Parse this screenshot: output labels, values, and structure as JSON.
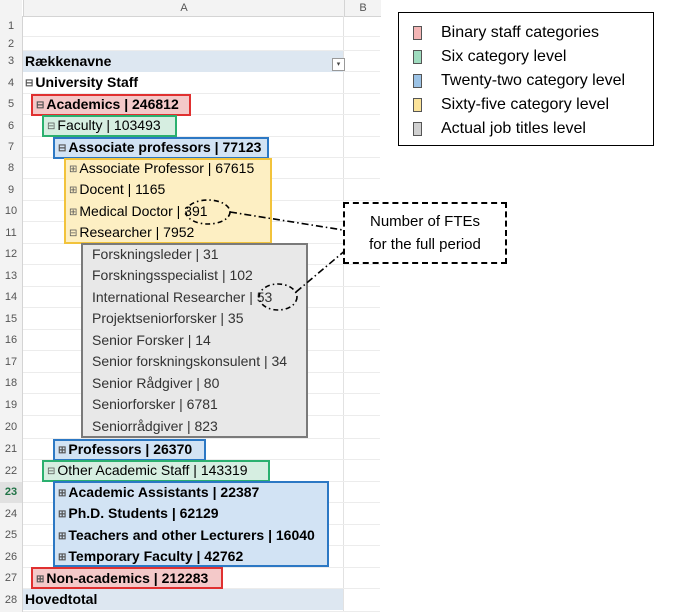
{
  "column_headers": {
    "a": "A",
    "b": "B"
  },
  "row_numbers": [
    "1",
    "2",
    "3",
    "4",
    "5",
    "6",
    "7",
    "8",
    "9",
    "10",
    "11",
    "12",
    "13",
    "14",
    "15",
    "16",
    "17",
    "18",
    "19",
    "20",
    "21",
    "22",
    "23",
    "24",
    "25",
    "26",
    "27",
    "28"
  ],
  "pivot": {
    "header": "Rækkenavne",
    "root": "University Staff",
    "academics": "Academics | 246812",
    "faculty": "Faculty | 103493",
    "associate_professors": "Associate professors | 77123",
    "sub_associate_professor": "Associate Professor | 67615",
    "sub_docent": "Docent | 1165",
    "sub_medical_doctor": "Medical Doctor | 391",
    "sub_researcher": "Researcher | 7952",
    "titles": [
      "Forskningsleder | 31",
      "Forskningsspecialist | 102",
      "International Researcher | 53",
      "Projektseniorforsker | 35",
      "Senior Forsker | 14",
      "Senior forskningskonsulent | 34",
      "Senior Rådgiver | 80",
      "Seniorforsker | 6781",
      "Seniorrådgiver | 823"
    ],
    "professors": "Professors | 26370",
    "other_academic_staff": "Other Academic Staff | 143319",
    "academic_assistants": "Academic Assistants | 22387",
    "phd_students": "Ph.D. Students | 62129",
    "teachers": "Teachers and other Lecturers | 16040",
    "temporary_faculty": "Temporary Faculty | 42762",
    "non_academics": "Non-academics | 212283",
    "grand_total": "Hovedtotal"
  },
  "legend": [
    {
      "label": "Binary staff categories",
      "color": "#f4b6b6"
    },
    {
      "label": "Six category level",
      "color": "#9fdcbf"
    },
    {
      "label": "Twenty-two category level",
      "color": "#9cc3e6"
    },
    {
      "label": "Sixty-five category level",
      "color": "#fbe39a"
    },
    {
      "label": "Actual job titles level",
      "color": "#d0d0d0"
    }
  ],
  "callout": {
    "line1": "Number of FTEs",
    "line2": "for the full period"
  }
}
